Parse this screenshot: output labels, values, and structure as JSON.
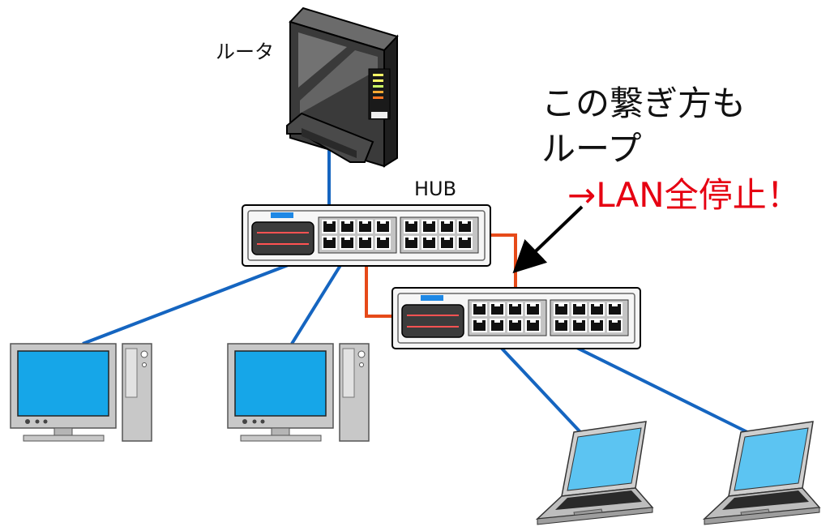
{
  "labels": {
    "router": "ルータ",
    "hub": "HUB",
    "note_line1": "この繋ぎ方も",
    "note_line2": "ループ",
    "note_alert": "→LAN全停止！"
  },
  "colors": {
    "normal_cable": "#1565c0",
    "loop_cable": "#e64a19",
    "alert_text": "#e60012",
    "screen": "#16a6e8",
    "laptop_screen": "#5cc4f2",
    "device_gray": "#c8c8c8",
    "router_body": "#3a3a3a"
  },
  "nodes": [
    {
      "id": "router",
      "type": "router-icon",
      "label_key": "router"
    },
    {
      "id": "hub",
      "type": "switch-icon",
      "label_key": "hub"
    },
    {
      "id": "switch-2",
      "type": "switch-icon"
    },
    {
      "id": "desktop-1",
      "type": "desktop-pc-icon"
    },
    {
      "id": "desktop-2",
      "type": "desktop-pc-icon"
    },
    {
      "id": "laptop-1",
      "type": "laptop-icon"
    },
    {
      "id": "laptop-2",
      "type": "laptop-icon"
    }
  ],
  "edges": [
    {
      "from": "router",
      "to": "hub",
      "kind": "normal"
    },
    {
      "from": "hub",
      "to": "desktop-1",
      "kind": "normal"
    },
    {
      "from": "hub",
      "to": "desktop-2",
      "kind": "normal"
    },
    {
      "from": "switch-2",
      "to": "laptop-1",
      "kind": "normal"
    },
    {
      "from": "switch-2",
      "to": "laptop-2",
      "kind": "normal"
    },
    {
      "from": "hub",
      "to": "switch-2",
      "kind": "loop"
    },
    {
      "from": "hub",
      "to": "switch-2",
      "kind": "loop"
    }
  ]
}
